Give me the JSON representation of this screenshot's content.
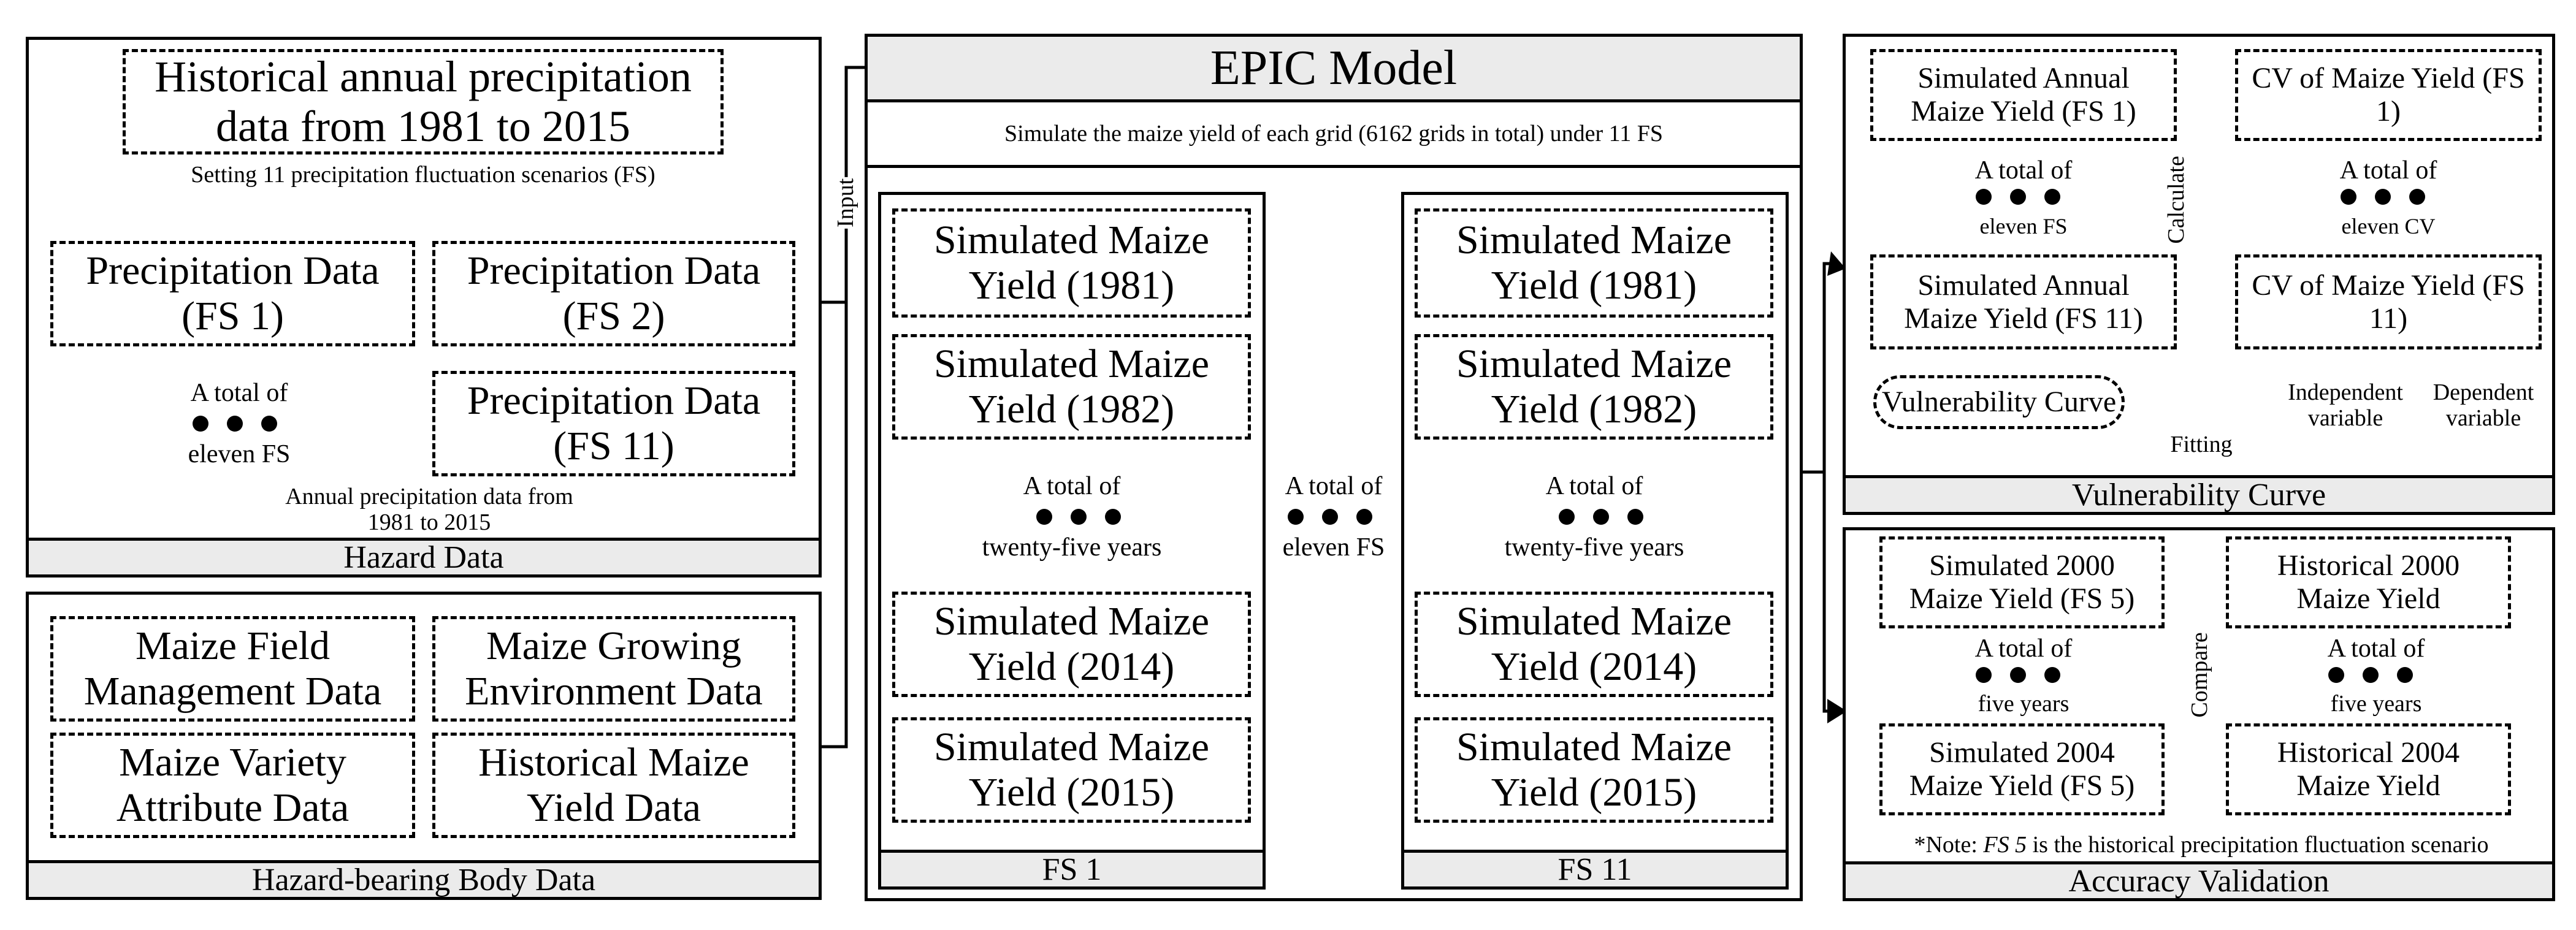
{
  "hazard": {
    "footer": "Hazard Data",
    "historical": "Historical annual precipitation data from 1981 to 2015",
    "setting": "Setting 11 precipitation fluctuation scenarios (FS)",
    "p1": "Precipitation Data (FS 1)",
    "p2": "Precipitation Data (FS 2)",
    "p11": "Precipitation Data (FS 11)",
    "total": "A total of",
    "eleven": "eleven FS",
    "annual": "Annual precipitation data from 1981 to 2015"
  },
  "body": {
    "footer": "Hazard-bearing Body Data",
    "b1": "Maize Field Management Data",
    "b2": "Maize Growing Environment Data",
    "b3": "Maize Variety Attribute Data",
    "b4": "Historical Maize Yield Data"
  },
  "input_label": "Input",
  "epic": {
    "title": "EPIC Model",
    "simulate": "Simulate the maize yield of each grid (6162 grids in total) under 11 FS",
    "middle_total": "A total of",
    "middle_eleven": "eleven FS",
    "columns": [
      {
        "footer": "FS 1",
        "y1981": "Simulated Maize Yield (1981)",
        "y1982": "Simulated Maize Yield (1982)",
        "total": "A total of",
        "years": "twenty-five years",
        "y2014": "Simulated Maize Yield (2014)",
        "y2015": "Simulated Maize Yield (2015)"
      },
      {
        "footer": "FS 11",
        "y1981": "Simulated Maize Yield (1981)",
        "y1982": "Simulated Maize Yield (1982)",
        "total": "A total of",
        "years": "twenty-five years",
        "y2014": "Simulated Maize Yield (2014)",
        "y2015": "Simulated Maize Yield (2015)"
      }
    ]
  },
  "vuln": {
    "footer": "Vulnerability Curve",
    "sim1": "Simulated Annual Maize Yield (FS 1)",
    "cv1": "CV of Maize Yield (FS 1)",
    "total_left": "A total of",
    "eleven_fs": "eleven FS",
    "calculate": "Calculate",
    "total_right": "A total of",
    "eleven_cv": "eleven CV",
    "sim11": "Simulated Annual Maize Yield (FS 11)",
    "cv11": "CV of Maize Yield (FS 11)",
    "curve": "Vulnerability Curve",
    "independent": "Independent variable",
    "dependent": "Dependent variable",
    "fitting": "Fitting"
  },
  "acc": {
    "footer": "Accuracy Validation",
    "sim2000": "Simulated 2000 Maize Yield (FS 5)",
    "hist2000": "Historical 2000 Maize Yield",
    "total_left": "A total of",
    "five_left": "five years",
    "compare": "Compare",
    "total_right": "A total of",
    "five_right": "five years",
    "sim2004": "Simulated 2004 Maize Yield (FS 5)",
    "hist2004": "Historical 2004 Maize Yield",
    "note_prefix": "*Note: ",
    "note_fs": "FS 5",
    "note_rest": " is the historical precipitation fluctuation scenario"
  }
}
